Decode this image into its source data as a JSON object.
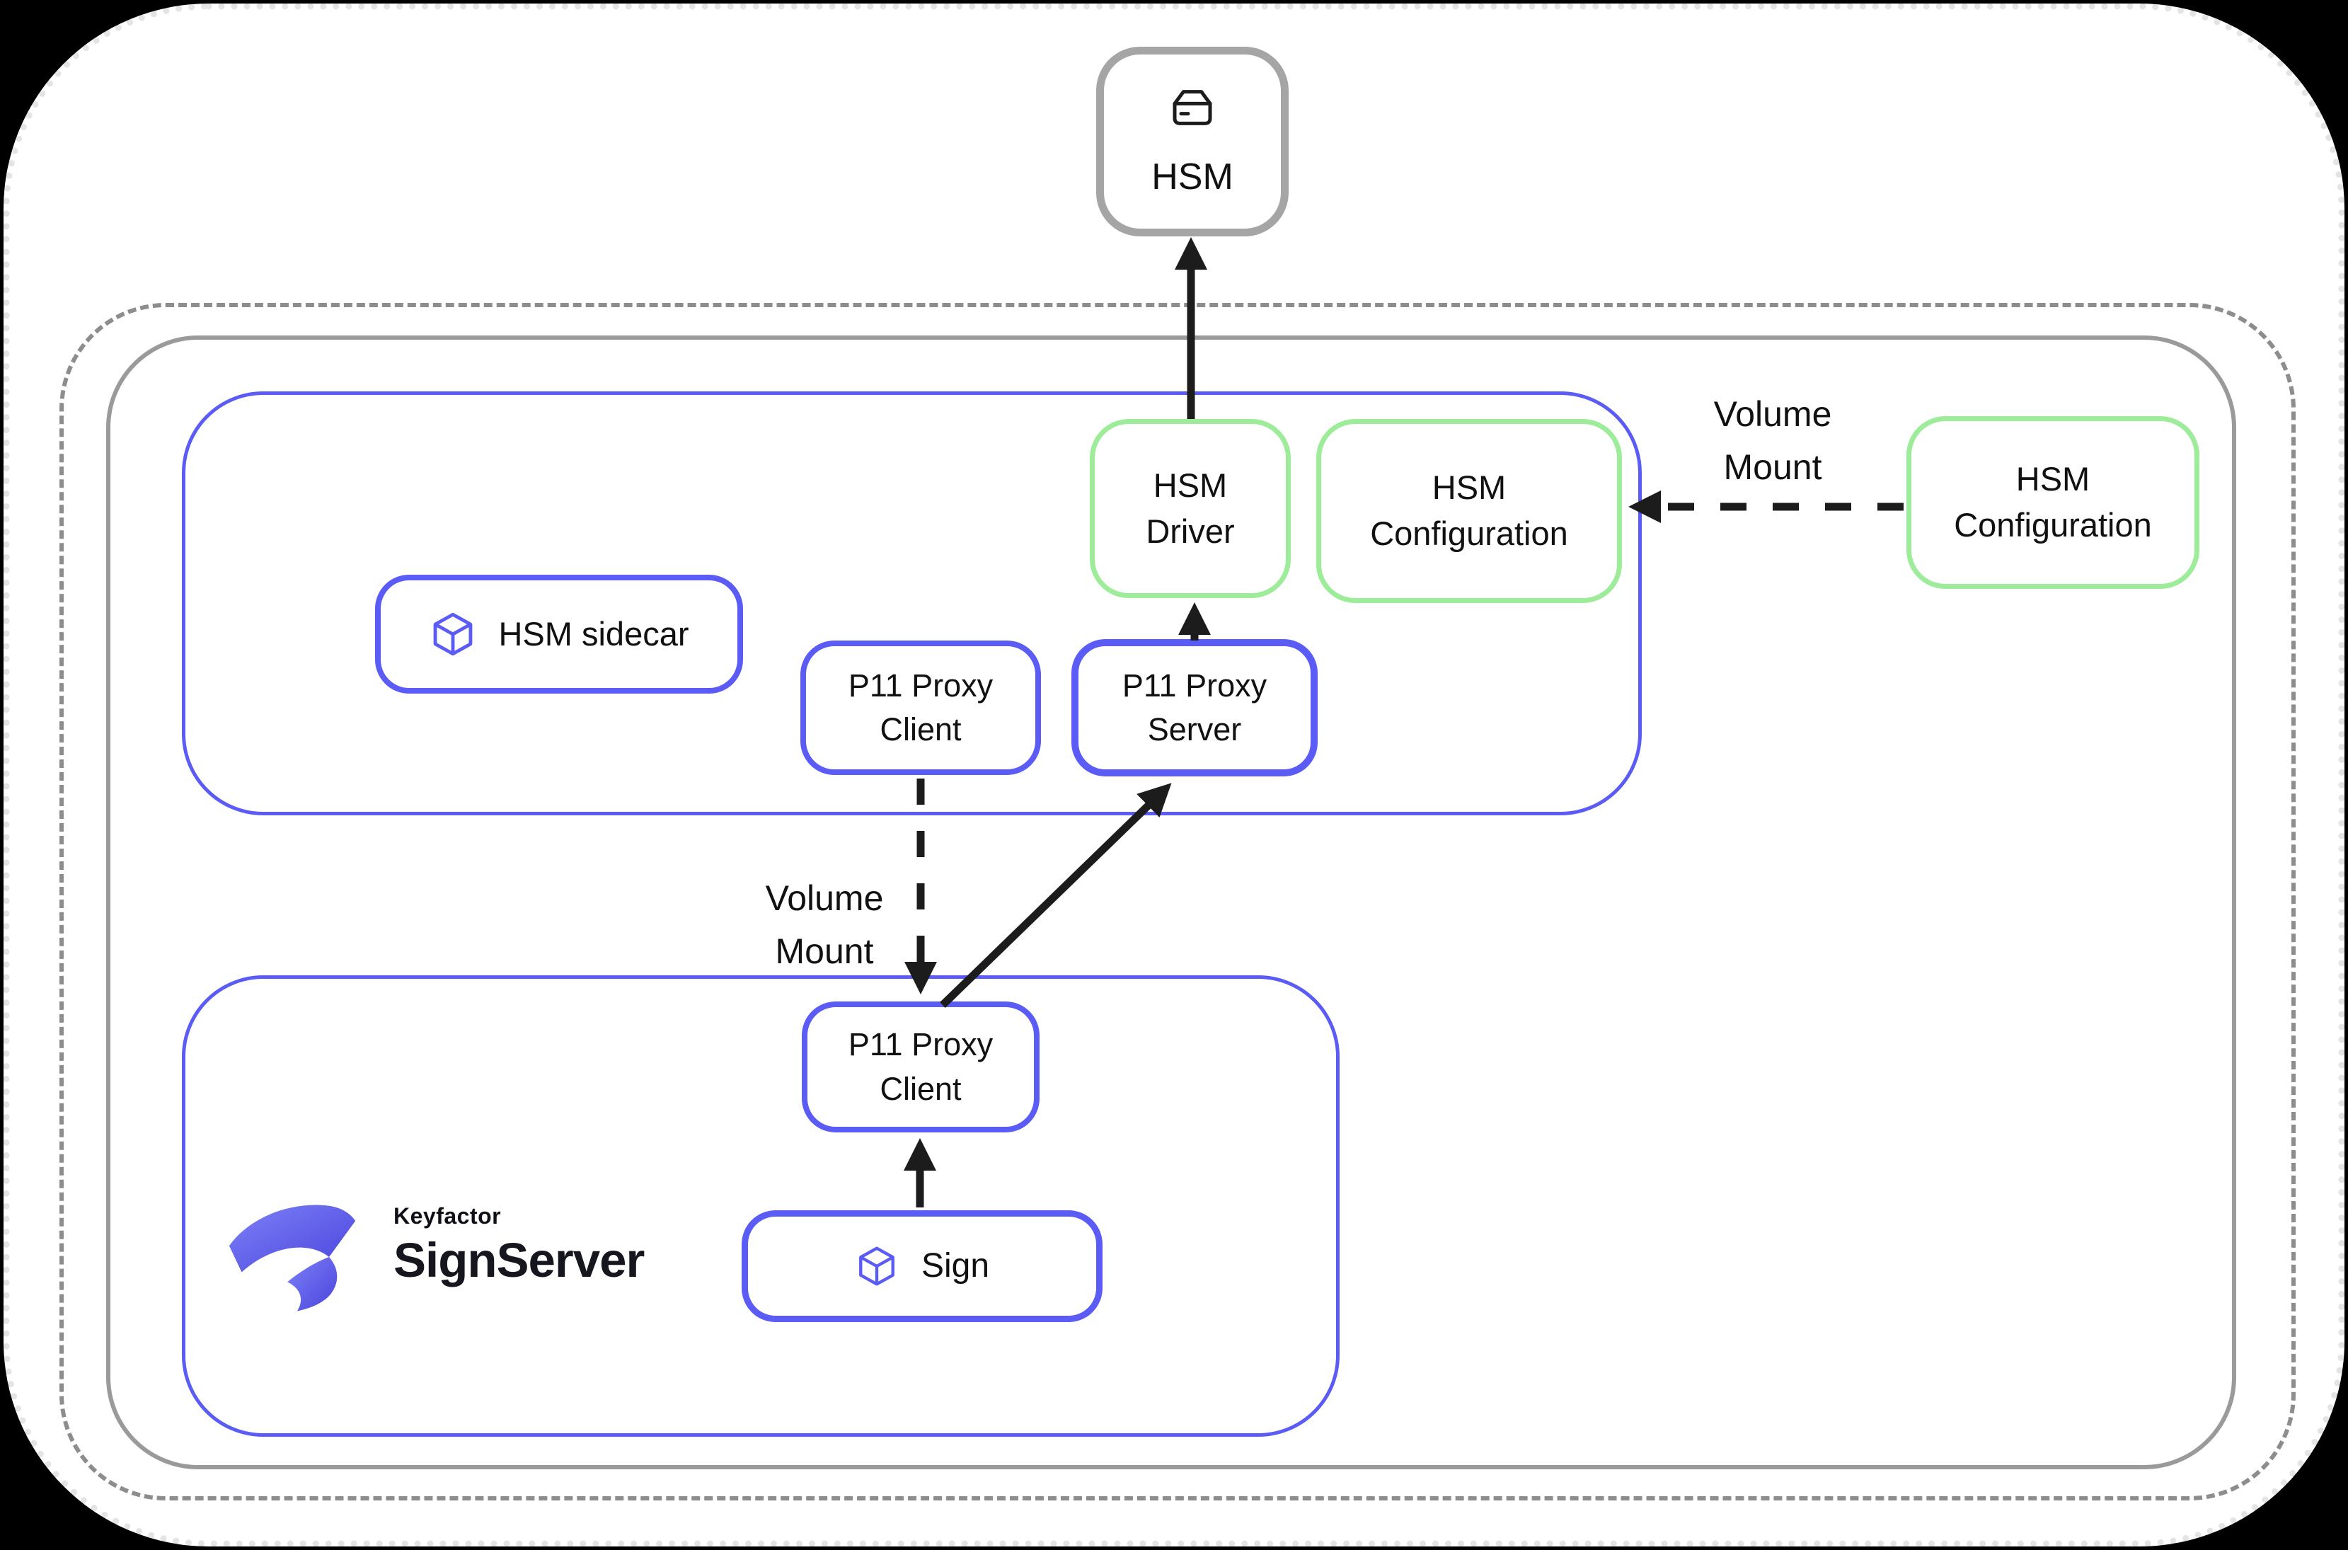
{
  "nodes": {
    "hsm": {
      "label": "HSM"
    },
    "hsm_driver": {
      "line1": "HSM",
      "line2": "Driver"
    },
    "hsm_config_inner": {
      "line1": "HSM",
      "line2": "Configuration"
    },
    "hsm_config_outer": {
      "line1": "HSM",
      "line2": "Configuration"
    },
    "hsm_sidecar": {
      "label": "HSM sidecar"
    },
    "p11_proxy_client_top": {
      "line1": "P11 Proxy",
      "line2": "Client"
    },
    "p11_proxy_server": {
      "line1": "P11 Proxy",
      "line2": "Server"
    },
    "p11_proxy_client_bottom": {
      "line1": "P11 Proxy",
      "line2": "Client"
    },
    "sign": {
      "label": "Sign"
    }
  },
  "labels": {
    "volume_mount_top": {
      "line1": "Volume",
      "line2": "Mount"
    },
    "volume_mount_left": {
      "line1": "Volume",
      "line2": "Mount"
    }
  },
  "logo": {
    "brand": "Keyfactor",
    "product": "SignServer"
  },
  "icons": {
    "hsm": "hard-drive-icon",
    "hsm_sidecar": "cube-icon",
    "sign": "cube-icon",
    "logo": "keyfactor-ribbon-icon"
  },
  "colors": {
    "blue": "#5b5bf5",
    "green": "#9dec9a",
    "gray_solid": "#9a9a9a",
    "gray_dashed": "#8d8d8d",
    "hsm_border": "#a5a5a5",
    "canvas_dotted": "#e4e4e4",
    "arrow": "#1c1c1c",
    "text": "#111111",
    "logo_gradient_start": "#7d82f7",
    "logo_gradient_end": "#4a43dd"
  }
}
